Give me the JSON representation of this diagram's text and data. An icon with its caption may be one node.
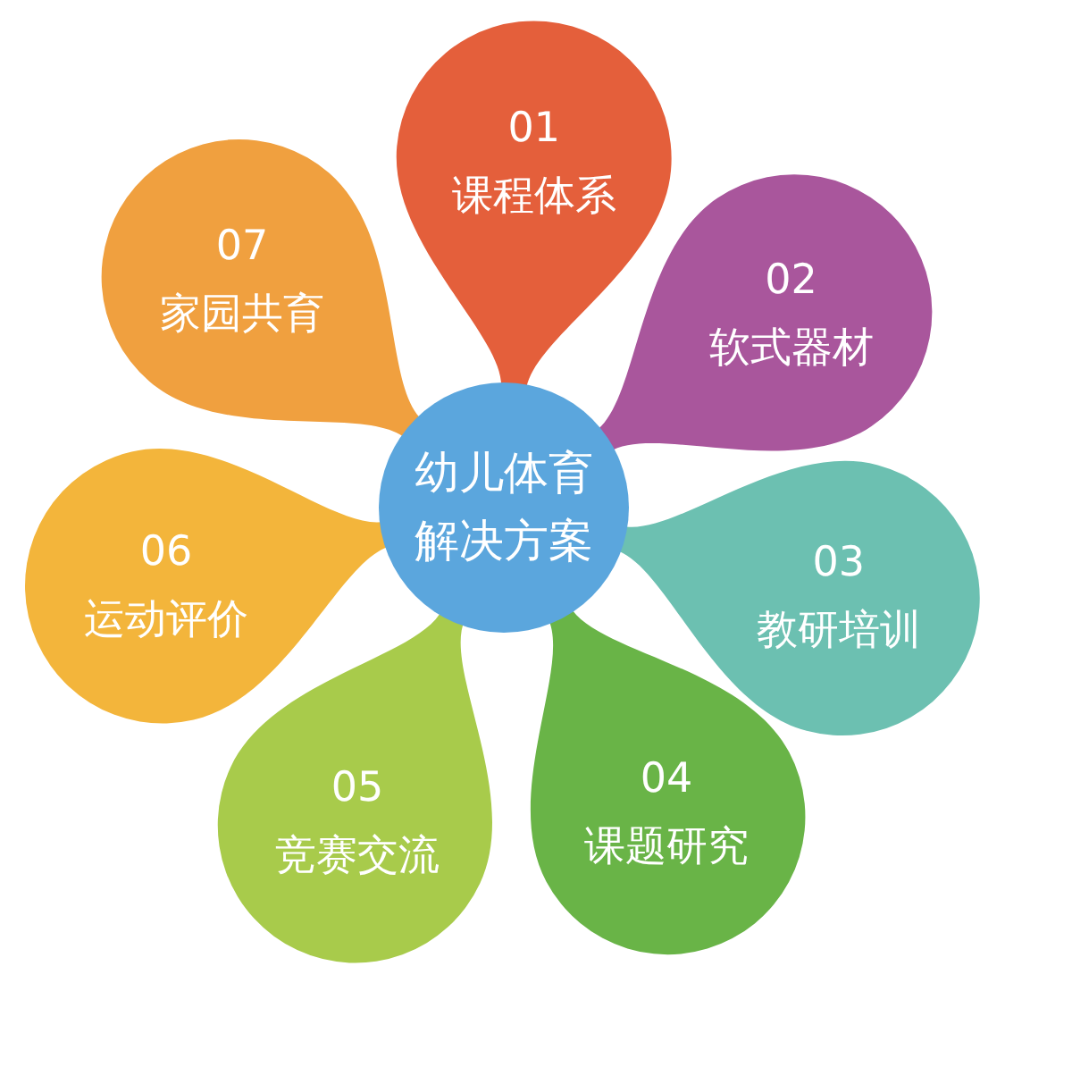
{
  "diagram": {
    "nodes": [
      {
        "text": [
          "幼儿体育解决方案"
        ]
      },
      {
        "text": [
          "01",
          "课程体系"
        ]
      },
      {
        "text": [
          "02",
          "软式器材"
        ]
      },
      {
        "text": [
          "03",
          "教研培训"
        ]
      },
      {
        "text": [
          "04",
          "课题研究"
        ]
      },
      {
        "text": [
          "05",
          "竞赛交流"
        ]
      },
      {
        "text": [
          "06",
          "运动评价"
        ]
      },
      {
        "text": [
          "07",
          "家园共育"
        ]
      }
    ]
  }
}
